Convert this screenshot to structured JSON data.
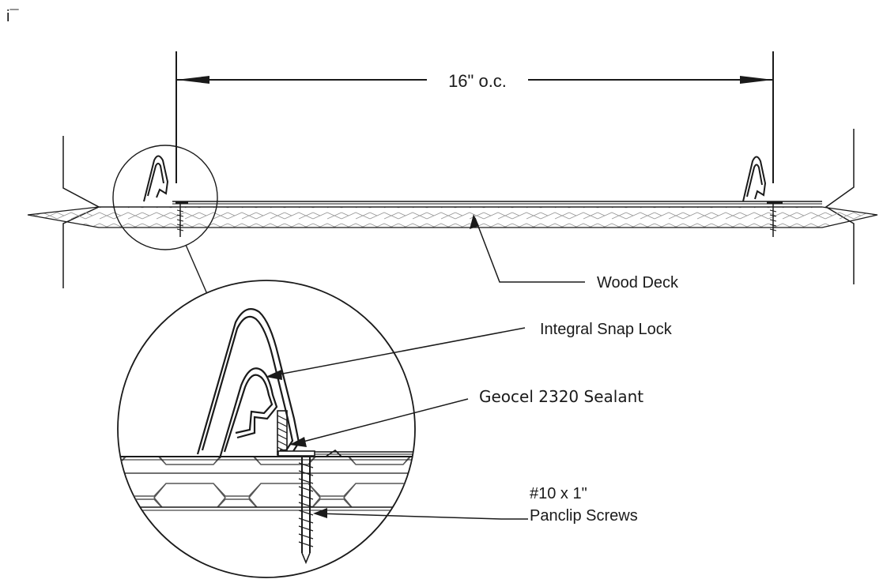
{
  "diagram": {
    "corner_mark": "i¯",
    "dimension_label": "16\" o.c.",
    "callouts": {
      "wood_deck": "Wood Deck",
      "snap_lock": "Integral Snap Lock",
      "sealant": "Geocel 2320 Sealant",
      "screws_line1": "#10 x 1\"",
      "screws_line2": "Panclip Screws"
    },
    "colors": {
      "line": "#1a1a1a",
      "background": "#ffffff"
    }
  }
}
